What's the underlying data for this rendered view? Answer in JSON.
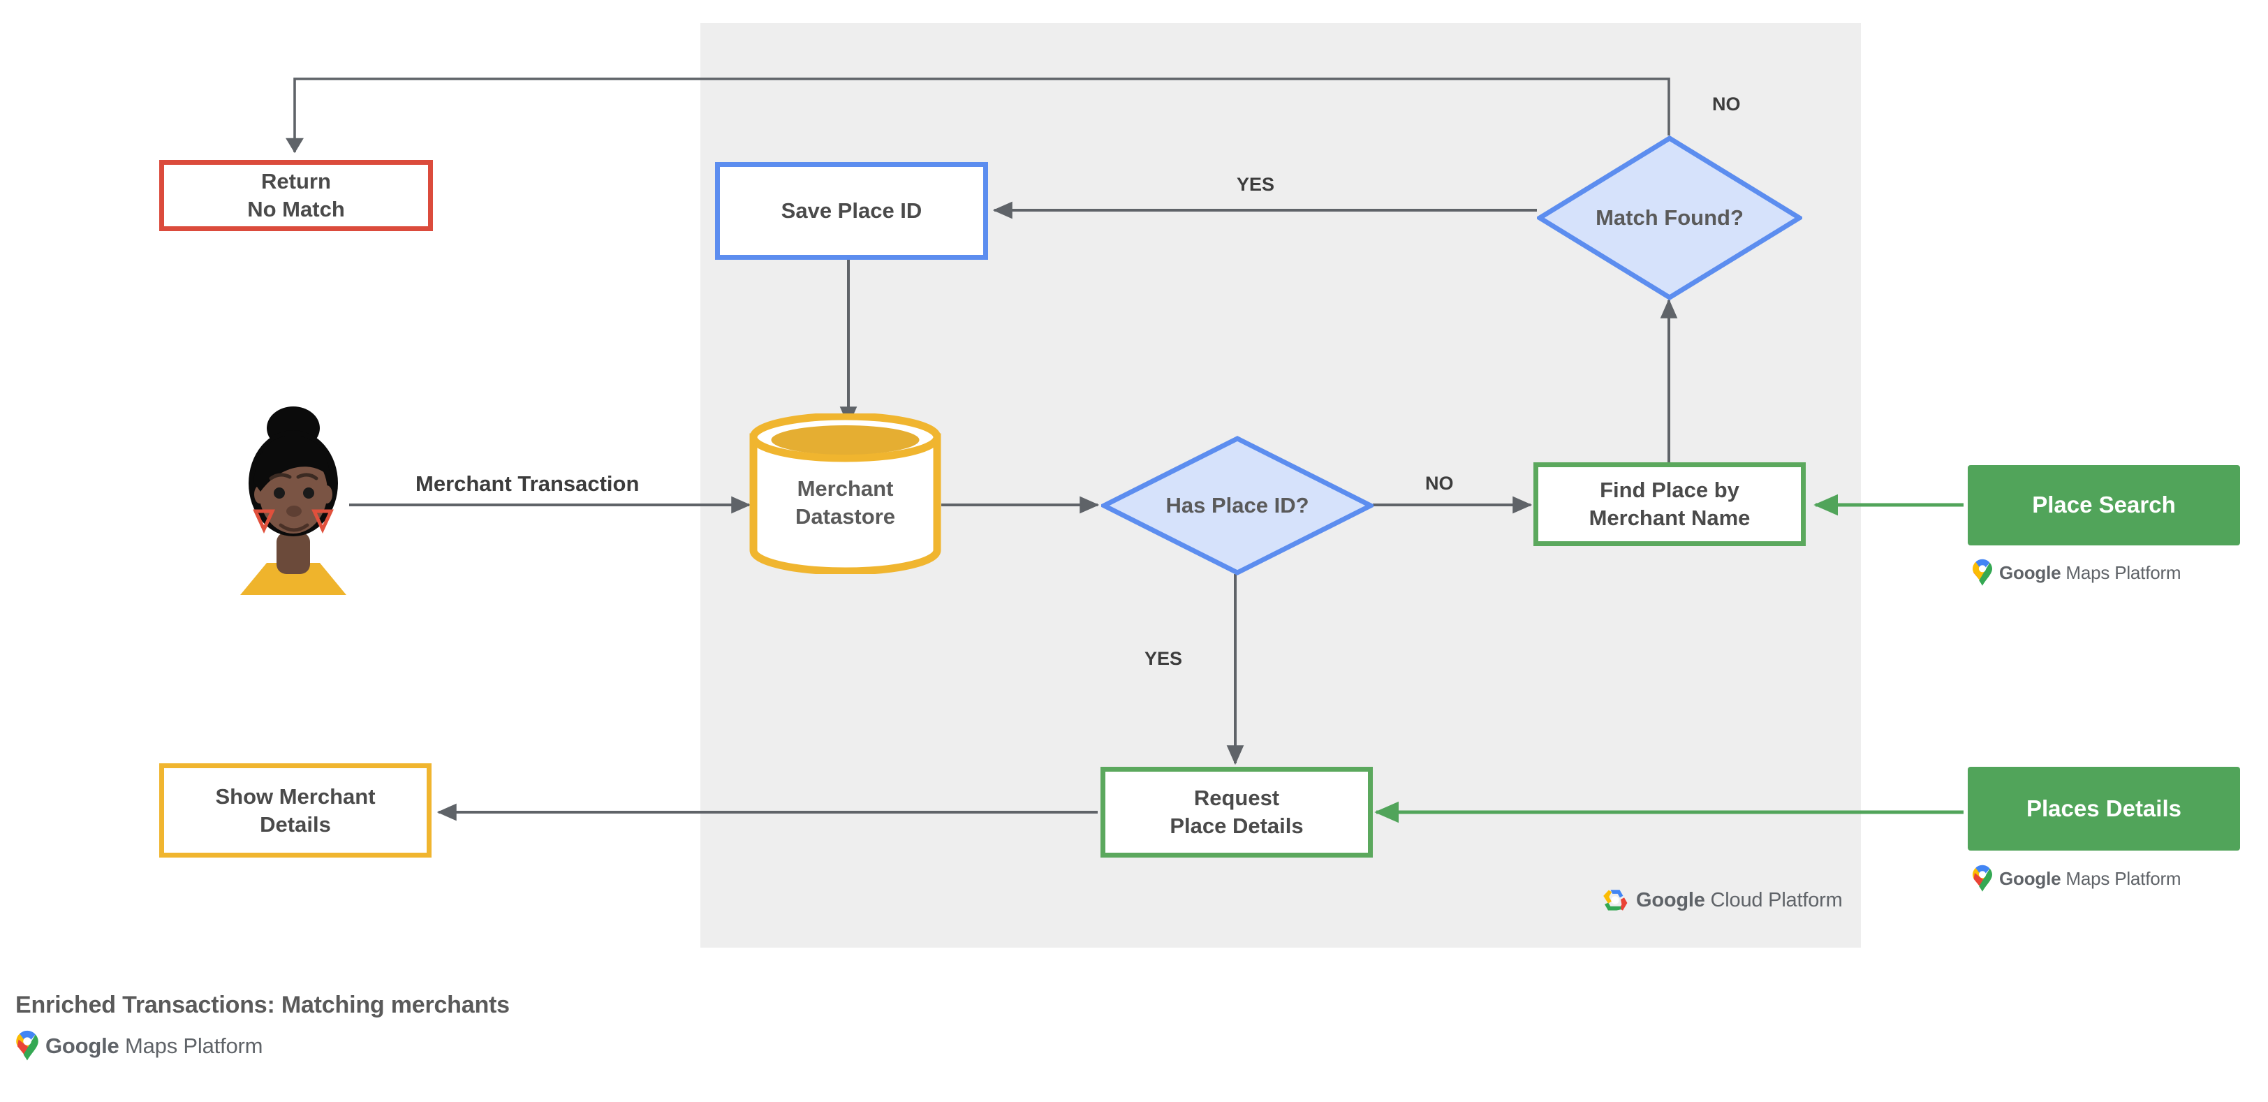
{
  "diagram": {
    "caption": "Enriched Transactions: Matching merchants",
    "backdrop_panel": {
      "name": "Google Cloud Platform region",
      "color": "#eeeeee"
    },
    "colors": {
      "red": "#DB4B3C",
      "blue": "#5C8DEF",
      "blue_fill": "#D6E2FB",
      "green": "#5BA85D",
      "green_solid": "#51A45A",
      "amber": "#F0B52F",
      "connector": "#5f6368",
      "text": "#4a4a4a",
      "panel": "#eeeeee"
    },
    "nodes": {
      "return_no_match": {
        "line1": "Return",
        "line2": "No Match",
        "shape": "process",
        "accent": "red"
      },
      "save_place_id": {
        "line1": "Save Place ID",
        "line2": "",
        "shape": "process",
        "accent": "blue"
      },
      "match_found": {
        "line1": "Match",
        "line2": "Found?",
        "shape": "decision",
        "accent": "blue"
      },
      "merchant_datastore": {
        "line1": "Merchant",
        "line2": "Datastore",
        "shape": "datastore",
        "accent": "amber"
      },
      "has_place_id": {
        "line1": "Has",
        "line2": "Place ID?",
        "shape": "decision",
        "accent": "blue"
      },
      "find_place": {
        "line1": "Find Place by",
        "line2": "Merchant Name",
        "shape": "process",
        "accent": "green"
      },
      "request_place_details": {
        "line1": "Request",
        "line2": "Place Details",
        "shape": "process",
        "accent": "green"
      },
      "show_merchant_details": {
        "line1": "Show Merchant",
        "line2": "Details",
        "shape": "process",
        "accent": "amber"
      },
      "place_search": {
        "label": "Place Search",
        "shape": "api",
        "accent": "green_solid"
      },
      "places_details": {
        "label": "Places Details",
        "shape": "api",
        "accent": "green_solid"
      }
    },
    "edge_labels": {
      "merchant_transaction": "Merchant Transaction",
      "yes_match_found": "YES",
      "no_match_found": "NO",
      "no_has_place_id": "NO",
      "yes_has_place_id": "YES"
    },
    "logos": {
      "maps_platform": {
        "google": "Google",
        "product": "Maps Platform",
        "icon": "google-maps-pin-icon"
      },
      "cloud_platform": {
        "google": "Google",
        "product": "Cloud Platform",
        "icon": "google-cloud-hex-icon"
      }
    },
    "actor": {
      "name": "merchant-customer-avatar",
      "description": "Illustrated person"
    }
  }
}
